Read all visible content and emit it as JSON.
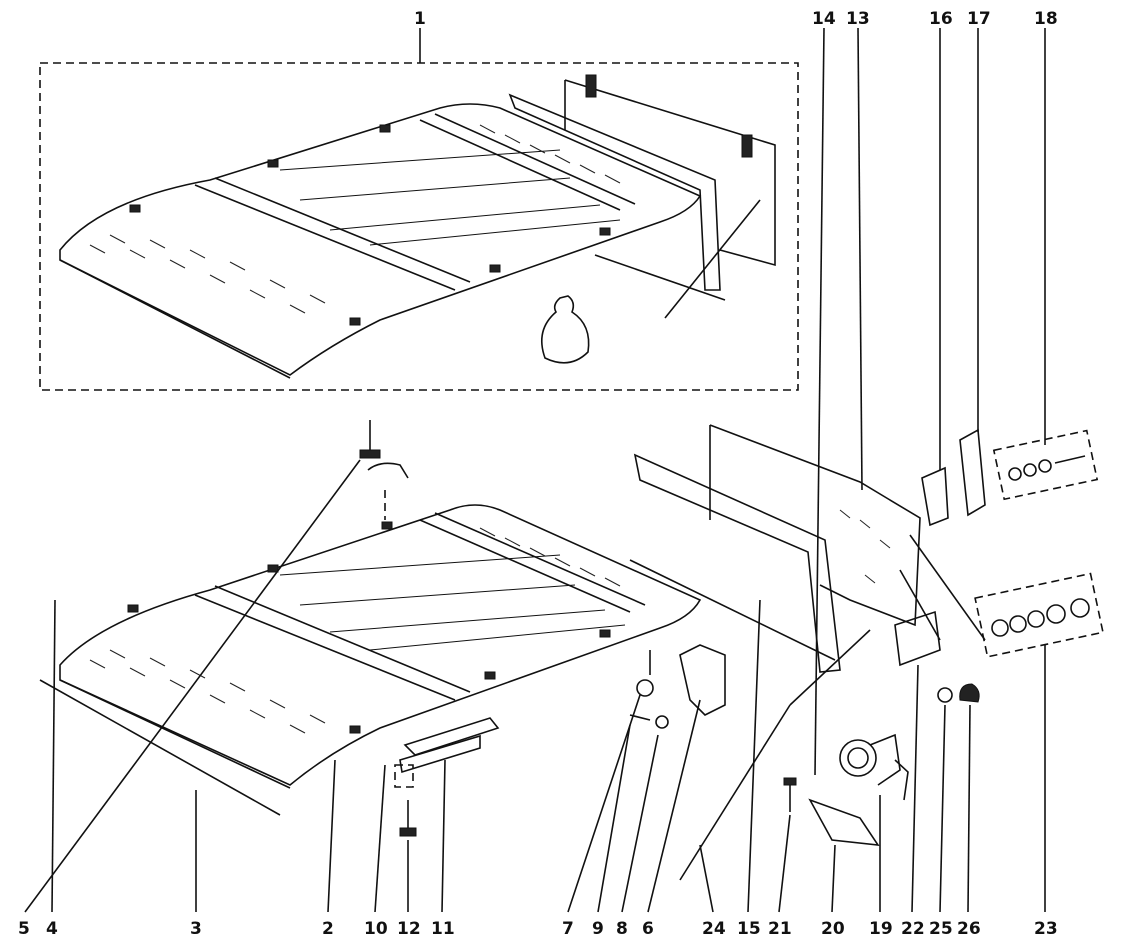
{
  "part_numbers": {
    "top": [
      "1",
      "14",
      "13",
      "16",
      "17",
      "18"
    ],
    "right": [
      "23"
    ],
    "bottom": [
      "5",
      "4",
      "3",
      "2",
      "10",
      "12",
      "11",
      "7",
      "9",
      "8",
      "6",
      "24",
      "15",
      "21",
      "20",
      "19",
      "22",
      "25",
      "26",
      "23"
    ]
  },
  "colors": {
    "ink": "#111111",
    "paper": "#ffffff"
  }
}
